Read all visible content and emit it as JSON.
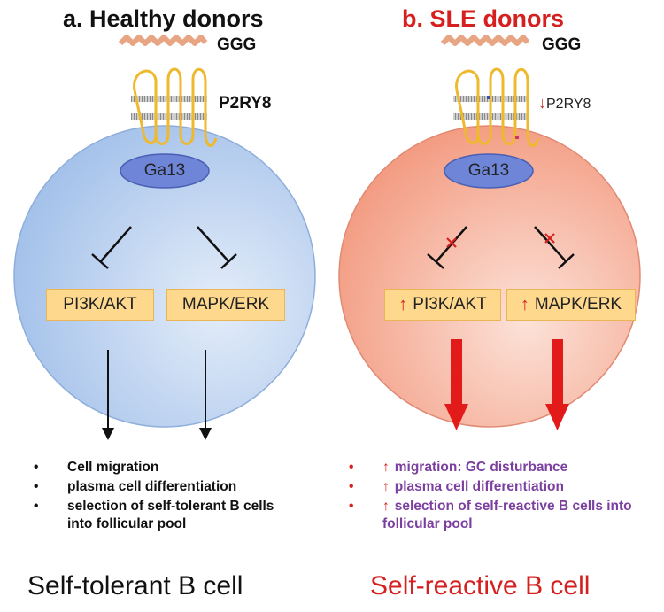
{
  "panel_a": {
    "title": "a. Healthy donors",
    "ligand": "GGG",
    "receptor": "P2RY8",
    "g_protein": "Ga13",
    "box_left": "PI3K/AKT",
    "box_right": "MAPK/ERK",
    "outcomes": [
      "Cell migration",
      "plasma cell differentiation",
      "selection of self-tolerant B cells into follicular pool"
    ],
    "caption": "Self-tolerant B cell",
    "title_color": "#111111",
    "cell_color": "#b5cdee"
  },
  "panel_b": {
    "title": "b. SLE donors",
    "ligand": "GGG",
    "receptor_prefix": "↓",
    "receptor": "P2RY8",
    "g_protein": "Ga13",
    "box_prefix": "↑",
    "box_left": "PI3K/AKT",
    "box_right": "MAPK/ERK",
    "outcome_prefix": "↑",
    "outcomes": [
      "migration: GC disturbance",
      "plasma cell differentiation",
      "selection of self-reactive B cells into follicular pool"
    ],
    "caption": "Self-reactive B cell",
    "title_color": "#d62020",
    "cell_color": "#f7b19a"
  }
}
